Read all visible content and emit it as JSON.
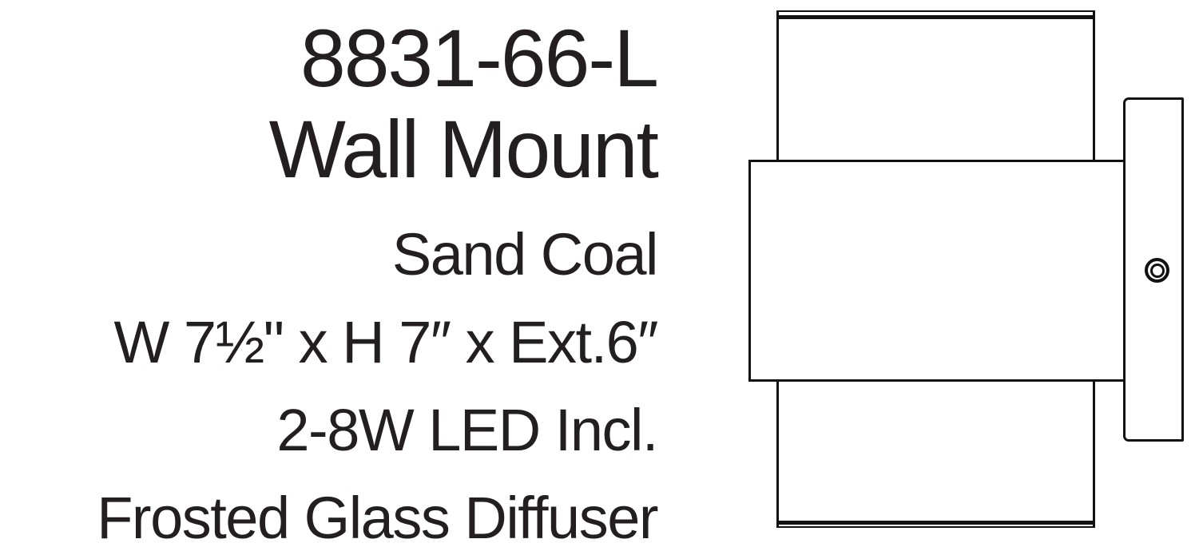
{
  "product": {
    "model": "8831-66-L",
    "type": "Wall Mount",
    "finish": "Sand Coal",
    "dimensions": "W 7½\" x H 7″ x Ext.6″",
    "lamping": "2-8W LED Incl.",
    "diffuser": "Frosted Glass Diffuser"
  },
  "colors": {
    "text": "#231f20",
    "line": "#111111",
    "background": "#ffffff"
  },
  "drawing": {
    "label": "Side profile line drawing of wall mount cylinder fixture with rectangular wall plate and screw head"
  }
}
